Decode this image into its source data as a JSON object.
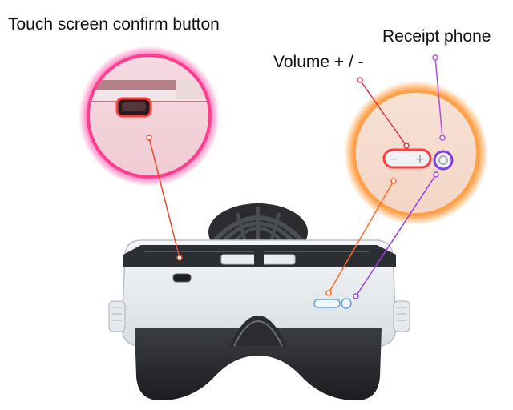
{
  "callouts": {
    "touch": {
      "label": "Touch screen confirm button",
      "color": "#ff3d3d",
      "glow": "#ff5fb0"
    },
    "volume": {
      "label": "Volume + / -",
      "color": "#ff6a4d"
    },
    "phone": {
      "label": "Receipt phone",
      "color": "#b04ce0"
    },
    "zoom_glow": "#ff9a3c"
  },
  "volume_symbols": {
    "minus": "−",
    "plus": "+"
  }
}
